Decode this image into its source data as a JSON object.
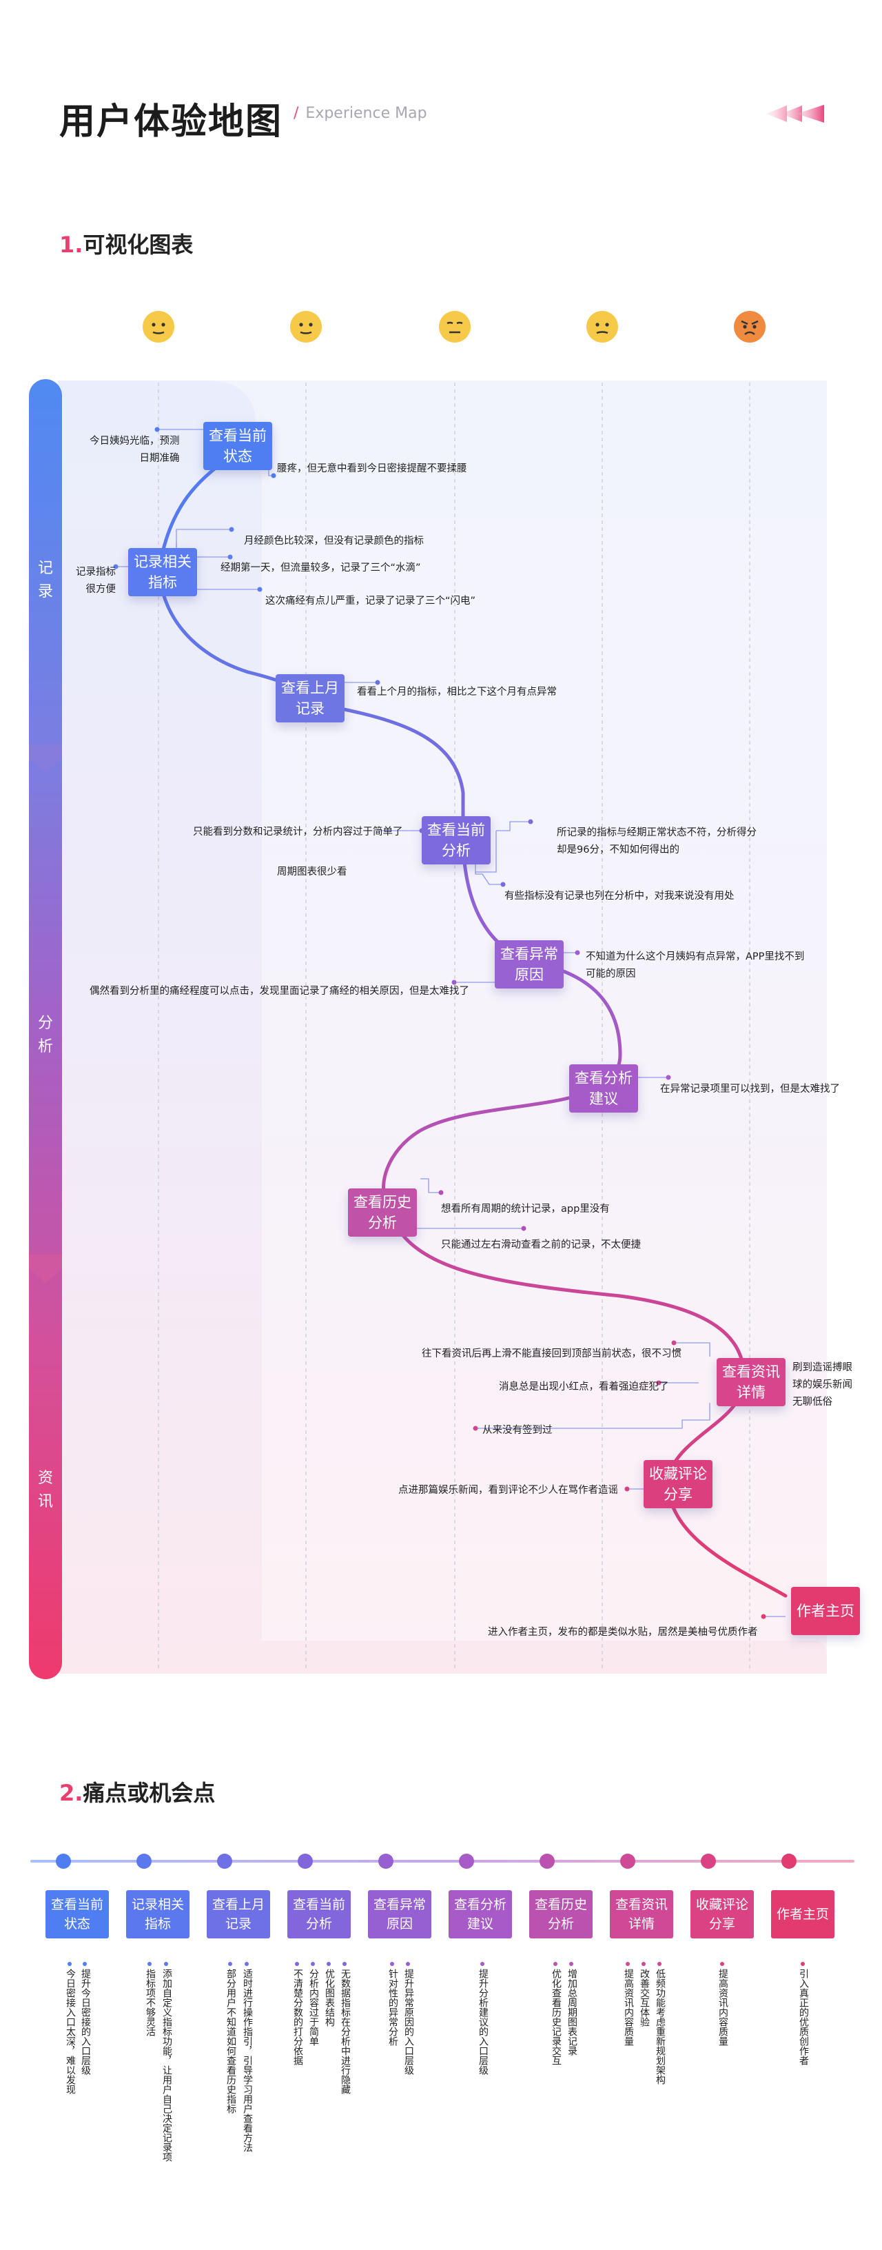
{
  "header": {
    "title": "用户体验地图",
    "subtitle": "Experience Map"
  },
  "section1": {
    "num": "1.",
    "label": "可视化图表"
  },
  "section2": {
    "num": "2.",
    "label": "痛点或机会点"
  },
  "phases": {
    "record": "记录",
    "analyze": "分析",
    "info": "资讯"
  },
  "colors": {
    "blue": "#4f7df2",
    "purple": "#9a5cd0",
    "pink": "#e23e72",
    "red": "#e83f6f"
  },
  "emotions": [
    "neutral-face-icon",
    "neutral-face-icon",
    "neutral-face-icon",
    "neutral-face-icon",
    "angry-face-icon"
  ],
  "stages": [
    {
      "id": "s1",
      "label": "查看当前状态"
    },
    {
      "id": "s2",
      "label": "记录相关指标"
    },
    {
      "id": "s3",
      "label": "查看上月记录"
    },
    {
      "id": "s4",
      "label": "查看当前分析"
    },
    {
      "id": "s5",
      "label": "查看异常原因"
    },
    {
      "id": "s6",
      "label": "查看分析建议"
    },
    {
      "id": "s7",
      "label": "查看历史分析"
    },
    {
      "id": "s8",
      "label": "查看资讯详情"
    },
    {
      "id": "s9",
      "label": "收藏评论分享"
    },
    {
      "id": "s10",
      "label": "作者主页"
    }
  ],
  "notes": {
    "n1": "今日姨妈光临，预测\n日期准确",
    "n2": "腰疼，但无意中看到今日密接提醒不要揉腰",
    "n3": "月经颜色比较深，但没有记录颜色的指标",
    "n4": "经期第一天，但流量较多，记录了三个“水滴”",
    "n5": "这次痛经有点儿严重，记录了记录了三个“闪电”",
    "n6": "记录指标\n很方便",
    "n7": "看看上个月的指标，相比之下这个月有点异常",
    "n8": "只能看到分数和记录统计，分析内容过于简单了",
    "n9": "周期图表很少看",
    "n10": "所记录的指标与经期正常状态不符，分析得分\n却是96分，不知如何得出的",
    "n11": "有些指标没有记录也列在分析中，对我来说没有用处",
    "n12": "不知道为什么这个月姨妈有点异常，APP里找不到\n可能的原因",
    "n13": "偶然看到分析里的痛经程度可以点击，发现里面记录了痛经的相关原因，但是太难找了",
    "n14": "在异常记录项里可以找到，但是太难找了",
    "n15": "想看所有周期的统计记录，app里没有",
    "n16": "只能通过左右滑动查看之前的记录，不太便捷",
    "n17": "往下看资讯后再上滑不能直接回到顶部当前状态，很不习惯",
    "n18": "消息总是出现小红点，看着强迫症犯了",
    "n19": "从来没有签到过",
    "n20": "刷到造谣搏眼\n球的娱乐新闻\n无聊低俗",
    "n21": "点进那篇娱乐新闻，看到评论不少人在骂作者造谣",
    "n22": "进入作者主页，发布的都是类似水贴，居然是美柚号优质作者"
  },
  "opportunities": [
    {
      "stage": "查看当前状态",
      "items": [
        "提升今日密接的入口层级",
        "今日密接入口太深，难以发现"
      ]
    },
    {
      "stage": "记录相关指标",
      "items": [
        "添加自定义指标功能，让用户自己决定记录项",
        "指标项不够灵活"
      ]
    },
    {
      "stage": "查看上月记录",
      "items": [
        "适时进行操作指引，引导学习用户查看方法",
        "部分用户不知道如何查看历史指标"
      ]
    },
    {
      "stage": "查看当前分析",
      "items": [
        "无数据指标在分析中进行隐藏",
        "优化图表结构",
        "分析内容过于简单",
        "不清楚分数的打分依据"
      ]
    },
    {
      "stage": "查看异常原因",
      "items": [
        "提升异常原因的入口层级",
        "针对性的异常分析"
      ]
    },
    {
      "stage": "查看分析建议",
      "items": [
        "提升分析建议的入口层级"
      ]
    },
    {
      "stage": "查看历史分析",
      "items": [
        "增加总周期图表记录",
        "优化查看历史记录交互"
      ]
    },
    {
      "stage": "查看资讯详情",
      "items": [
        "低频功能考虑重新规划架构",
        "改善交互体验",
        "提高资讯内容质量"
      ]
    },
    {
      "stage": "收藏评论分享",
      "items": [
        "提高资讯内容质量"
      ]
    },
    {
      "stage": "作者主页",
      "items": [
        "引入真正的优质创作者"
      ]
    }
  ]
}
